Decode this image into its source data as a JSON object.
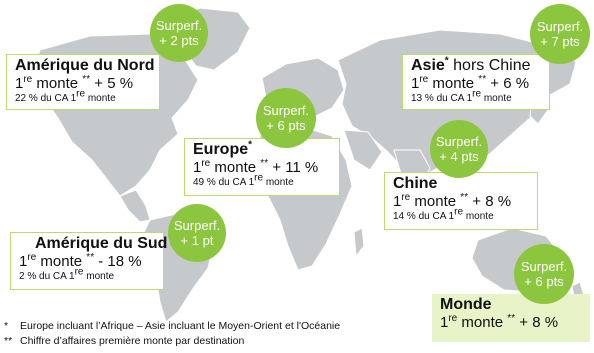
{
  "colors": {
    "accent": "#8cc63f",
    "box_border": "#b9dc6a",
    "world_fill": "#e8f3c8",
    "map": "#c6c9cc"
  },
  "labels": {
    "first": "1",
    "first_suffix": "re",
    "monte": "monte",
    "stars": "**",
    "asterisk": "*"
  },
  "regions": {
    "north_america": {
      "name": "Amérique du Nord",
      "growth": "+ 5 %",
      "share": "22 % du CA 1",
      "share_suffix": "re",
      "share_tail": " monte",
      "bubble_l1": "Surperf.",
      "bubble_l2": "+ 2 pts"
    },
    "asia": {
      "name_bold": "Asie",
      "name_rest": " hors Chine",
      "growth": "+ 6 %",
      "share": "13 % du CA 1",
      "share_suffix": "re",
      "share_tail": " monte",
      "bubble_l1": "Surperf.",
      "bubble_l2": "+ 7 pts"
    },
    "europe": {
      "name": "Europe",
      "growth": "+ 11 %",
      "share": "49 % du CA 1",
      "share_suffix": "re",
      "share_tail": " monte",
      "bubble_l1": "Surperf.",
      "bubble_l2": "+ 6 pts"
    },
    "china": {
      "name": "Chine",
      "growth": "+ 8 %",
      "share": "14 % du CA 1",
      "share_suffix": "re",
      "share_tail": " monte",
      "bubble_l1": "Surperf.",
      "bubble_l2": "+ 4 pts"
    },
    "south_america": {
      "name": "Amérique du Sud",
      "growth": "- 18 %",
      "share": "2 % du CA 1",
      "share_suffix": "re",
      "share_tail": " monte",
      "bubble_l1": "Surperf.",
      "bubble_l2": "+ 1 pt"
    },
    "world": {
      "name": "Monde",
      "growth": "+ 8 %",
      "bubble_l1": "Surperf.",
      "bubble_l2": "+ 6 pts"
    }
  },
  "footnotes": {
    "note1_mark": "*",
    "note1": "Europe incluant l’Afrique – Asie incluant le Moyen-Orient et l'Océanie",
    "note2_mark": "**",
    "note2": "Chiffre d’affaires première monte par destination"
  }
}
